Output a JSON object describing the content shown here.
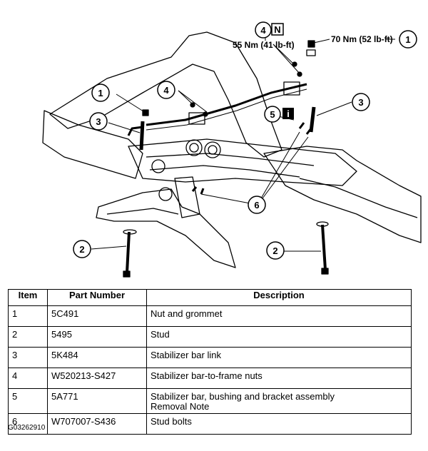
{
  "diagram": {
    "torque_right": "70 Nm (52 lb-ft)",
    "torque_top": "55 Nm (41 lb-ft)",
    "callouts": {
      "c1_left": "1",
      "c1_right": "1",
      "c2_left": "2",
      "c2_right": "2",
      "c3_left": "3",
      "c3_right": "3",
      "c4_top": "4",
      "c4_left": "4",
      "c5": "5",
      "c6": "6"
    },
    "badge_n": "N",
    "badge_i": "i"
  },
  "table": {
    "headers": [
      "Item",
      "Part Number",
      "Description"
    ],
    "rows": [
      {
        "item": "1",
        "part": "5C491",
        "desc": [
          "Nut and grommet"
        ]
      },
      {
        "item": "2",
        "part": "5495",
        "desc": [
          "Stud"
        ]
      },
      {
        "item": "3",
        "part": "5K484",
        "desc": [
          "Stabilizer bar link"
        ]
      },
      {
        "item": "4",
        "part": "W520213-S427",
        "desc": [
          "Stabilizer bar-to-frame nuts"
        ]
      },
      {
        "item": "5",
        "part": "5A771",
        "desc": [
          "Stabilizer bar, bushing and bracket assembly",
          "Removal Note"
        ]
      },
      {
        "item": "6",
        "part": "W707007-S436",
        "desc": [
          "Stud bolts"
        ]
      }
    ]
  },
  "figure_id": "G03262910"
}
